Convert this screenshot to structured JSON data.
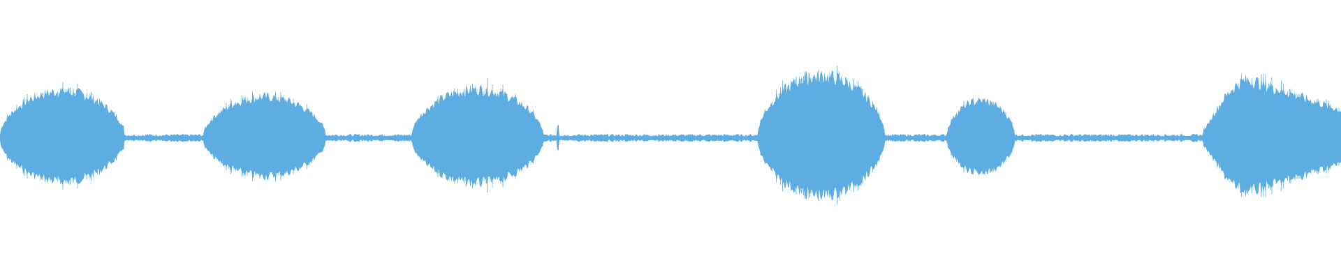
{
  "waveform": {
    "color": "#5dade2",
    "segments": [
      {
        "start": 0.0,
        "end": 0.093,
        "peak": 0.46,
        "shape": "dome"
      },
      {
        "start": 0.152,
        "end": 0.243,
        "peak": 0.4,
        "shape": "dome"
      },
      {
        "start": 0.307,
        "end": 0.405,
        "peak": 0.48,
        "shape": "dome"
      },
      {
        "start": 0.565,
        "end": 0.66,
        "peak": 0.62,
        "shape": "dome"
      },
      {
        "start": 0.706,
        "end": 0.757,
        "peak": 0.36,
        "shape": "dome"
      },
      {
        "start": 0.896,
        "end": 1.0,
        "peak": 0.58,
        "shape": "rise-decay"
      }
    ],
    "silence_level": 0.03,
    "spikes": [
      0.416
    ]
  }
}
